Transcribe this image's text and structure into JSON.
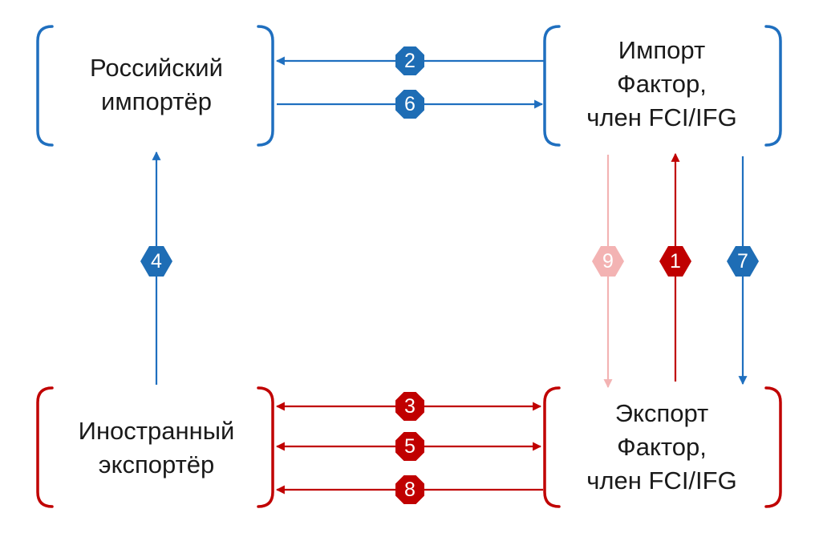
{
  "colors": {
    "blue": "#1f6fbf",
    "blue_badge": "#1e6db5",
    "red": "#c00000",
    "pink": "#f3b3b3"
  },
  "nodes": {
    "russian_importer": {
      "lines": [
        "Российский",
        "импортёр"
      ],
      "color": "blue"
    },
    "import_factor": {
      "lines": [
        "Импорт",
        "Фактор,",
        "член FCI/IFG"
      ],
      "color": "blue"
    },
    "foreign_exporter": {
      "lines": [
        "Иностранный",
        "экспортёр"
      ],
      "color": "red"
    },
    "export_factor": {
      "lines": [
        "Экспорт",
        "Фактор,",
        "член FCI/IFG"
      ],
      "color": "red"
    }
  },
  "steps": [
    {
      "num": "1",
      "from": "export_factor",
      "to": "import_factor",
      "color": "red"
    },
    {
      "num": "2",
      "from": "import_factor",
      "to": "russian_importer",
      "color": "blue"
    },
    {
      "num": "3",
      "from": "foreign_exporter",
      "to": "export_factor",
      "direction": "both",
      "color": "red"
    },
    {
      "num": "4",
      "from": "foreign_exporter",
      "to": "russian_importer",
      "color": "blue"
    },
    {
      "num": "5",
      "from": "foreign_exporter",
      "to": "export_factor",
      "direction": "both",
      "color": "red"
    },
    {
      "num": "6",
      "from": "russian_importer",
      "to": "import_factor",
      "color": "blue"
    },
    {
      "num": "7",
      "from": "import_factor",
      "to": "export_factor",
      "color": "blue"
    },
    {
      "num": "8",
      "from": "export_factor",
      "to": "foreign_exporter",
      "color": "red"
    },
    {
      "num": "9",
      "from": "import_factor",
      "to": "export_factor",
      "color": "pink"
    }
  ]
}
